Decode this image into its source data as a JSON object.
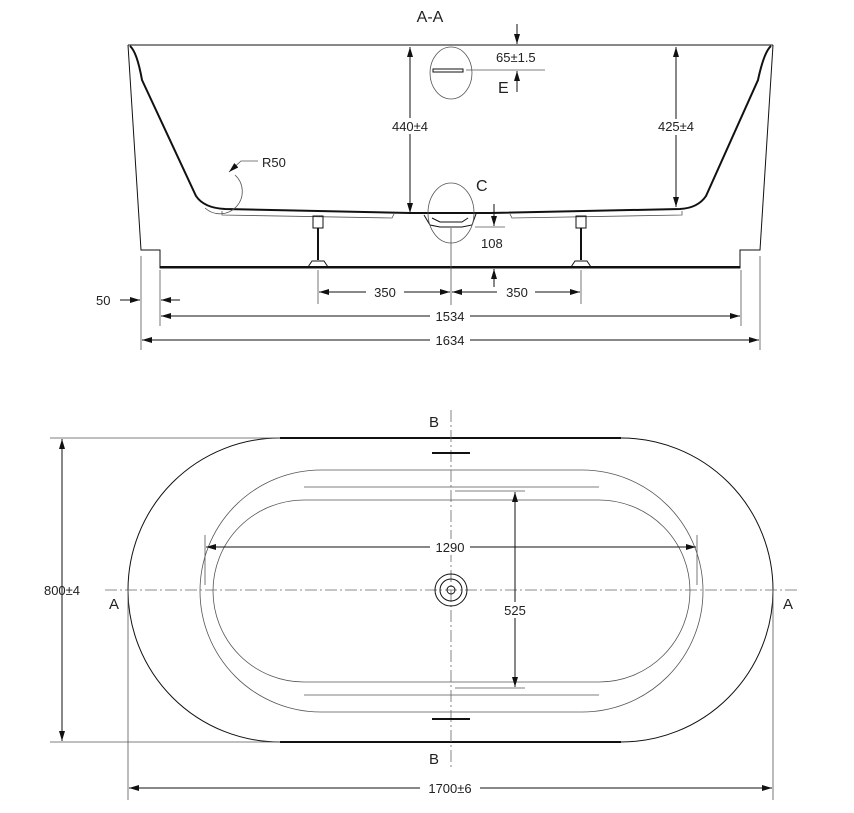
{
  "section_view": {
    "title": "A-A",
    "depth_left": "440±4",
    "depth_right": "425±4",
    "overflow_offset": "65±1.5",
    "detail_e": "E",
    "detail_c": "C",
    "radius": "R50",
    "drain_height": "108",
    "plinth_offset": "50",
    "leg_spacing_left": "350",
    "leg_spacing_right": "350",
    "base_length": "1534",
    "overall_length": "1634"
  },
  "plan_view": {
    "section_a_left": "A",
    "section_a_right": "A",
    "section_b_top": "B",
    "section_b_bottom": "B",
    "inner_length": "1290",
    "inner_width": "525",
    "overall_width": "800±4",
    "overall_length": "1700±6"
  }
}
